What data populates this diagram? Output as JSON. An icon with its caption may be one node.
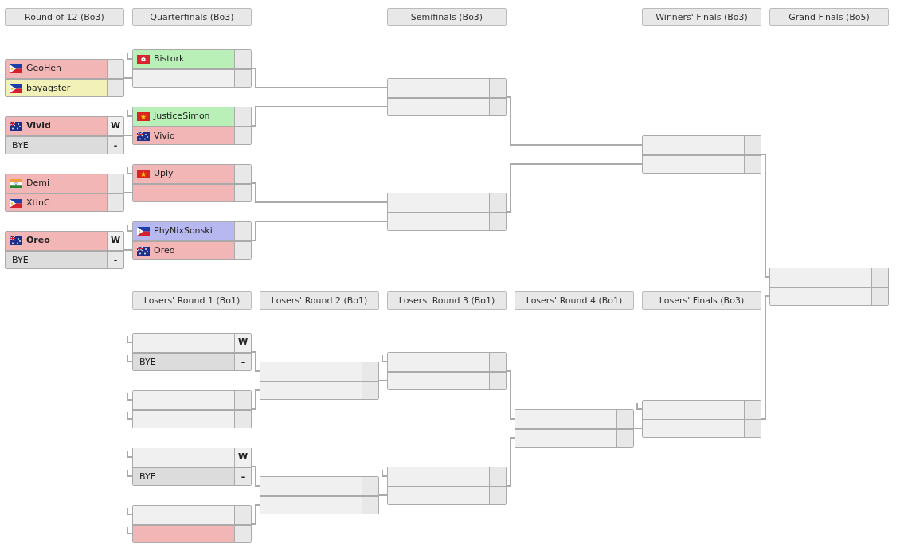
{
  "diagram": {
    "nodes": [
      {
        "text": [
          "Round of 12 (Bo3)"
        ]
      },
      {
        "text": [
          "Quarterfinals (Bo3)"
        ]
      },
      {
        "text": [
          "Semifinals (Bo3)"
        ]
      },
      {
        "text": [
          "Winners' Finals (Bo3)"
        ]
      },
      {
        "text": [
          "Grand Finals (Bo5)"
        ]
      },
      {
        "text": [],
        "shape": "box"
      },
      {
        "text": [
          "GeoHen"
        ],
        "in": 5
      },
      {
        "text": [
          "bayagster"
        ],
        "in": 5
      },
      {
        "text": [],
        "shape": "box"
      },
      {
        "text": [
          "Vivid",
          "W"
        ],
        "in": 8
      },
      {
        "text": [
          "BYE",
          "-"
        ],
        "in": 8
      },
      {
        "text": [],
        "shape": "box"
      },
      {
        "text": [
          "Demi"
        ],
        "in": 11
      },
      {
        "text": [
          "XtinC"
        ],
        "in": 11
      },
      {
        "text": [],
        "shape": "box"
      },
      {
        "text": [
          "Oreo",
          "W"
        ],
        "in": 14
      },
      {
        "text": [
          "BYE",
          "-"
        ],
        "in": 14
      },
      {
        "text": [],
        "shape": "box"
      },
      {
        "text": [
          "Bistork"
        ],
        "in": 17
      },
      {
        "text": [],
        "shape": "box",
        "in": 17
      },
      {
        "text": [],
        "shape": "box"
      },
      {
        "text": [
          "JusticeSimon"
        ],
        "in": 20
      },
      {
        "text": [
          "Vivid"
        ],
        "in": 20
      },
      {
        "text": [],
        "shape": "box"
      },
      {
        "text": [
          "Uply"
        ],
        "in": 23
      },
      {
        "text": [],
        "shape": "box",
        "in": 23
      },
      {
        "text": [],
        "shape": "box"
      },
      {
        "text": [
          "PhyNixSonski"
        ],
        "in": 26
      },
      {
        "text": [
          "Oreo"
        ],
        "in": 26
      },
      {
        "text": [],
        "shape": "box"
      },
      {
        "text": [],
        "shape": "box",
        "in": 29
      },
      {
        "text": [],
        "shape": "box",
        "in": 29
      },
      {
        "text": [],
        "shape": "box"
      },
      {
        "text": [],
        "shape": "box",
        "in": 32
      },
      {
        "text": [],
        "shape": "box",
        "in": 32
      },
      {
        "text": [],
        "shape": "box"
      },
      {
        "text": [],
        "shape": "box",
        "in": 35
      },
      {
        "text": [],
        "shape": "box",
        "in": 35
      },
      {
        "text": [],
        "shape": "box"
      },
      {
        "text": [],
        "shape": "box",
        "in": 38
      },
      {
        "text": [],
        "shape": "box",
        "in": 38
      },
      {
        "text": [
          "Losers' Round 1 (Bo1)"
        ]
      },
      {
        "text": [
          "Losers' Round 2 (Bo1)"
        ]
      },
      {
        "text": [
          "Losers' Round 3 (Bo1)"
        ]
      },
      {
        "text": [
          "Losers' Round 4 (Bo1)"
        ]
      },
      {
        "text": [
          "Losers' Finals (Bo3)"
        ]
      },
      {
        "text": [],
        "shape": "box"
      },
      {
        "text": [
          "W"
        ],
        "in": 46
      },
      {
        "text": [
          "BYE",
          "-"
        ],
        "in": 46
      },
      {
        "text": [],
        "shape": "box"
      },
      {
        "text": [],
        "shape": "box",
        "in": 49
      },
      {
        "text": [],
        "shape": "box",
        "in": 49
      },
      {
        "text": [],
        "shape": "box"
      },
      {
        "text": [
          "W"
        ],
        "in": 52
      },
      {
        "text": [
          "BYE",
          "-"
        ],
        "in": 52
      },
      {
        "text": [],
        "shape": "box"
      },
      {
        "text": [],
        "shape": "box",
        "in": 55
      },
      {
        "text": [],
        "shape": "box",
        "in": 55
      },
      {
        "text": [],
        "shape": "box"
      },
      {
        "text": [],
        "shape": "box",
        "in": 58
      },
      {
        "text": [],
        "shape": "box",
        "in": 58
      },
      {
        "text": [],
        "shape": "box"
      },
      {
        "text": [],
        "shape": "box",
        "in": 61
      },
      {
        "text": [],
        "shape": "box",
        "in": 61
      },
      {
        "text": [],
        "shape": "box"
      },
      {
        "text": [],
        "shape": "box",
        "in": 64
      },
      {
        "text": [],
        "shape": "box",
        "in": 64
      },
      {
        "text": [],
        "shape": "box"
      },
      {
        "text": [],
        "shape": "box",
        "in": 67
      },
      {
        "text": [],
        "shape": "box",
        "in": 67
      },
      {
        "text": [],
        "shape": "box"
      },
      {
        "text": [],
        "shape": "box",
        "in": 70
      },
      {
        "text": [],
        "shape": "box",
        "in": 70
      },
      {
        "text": [],
        "shape": "box"
      },
      {
        "text": [],
        "shape": "box",
        "in": 73
      },
      {
        "text": [],
        "shape": "box",
        "in": 73
      }
    ],
    "edges": [
      {
        "from": 5,
        "to": 19,
        "arrow": "none"
      },
      {
        "from": 8,
        "to": 22,
        "arrow": "none"
      },
      {
        "from": 11,
        "to": 25,
        "arrow": "none"
      },
      {
        "from": 14,
        "to": 28,
        "arrow": "none"
      },
      {
        "from": null,
        "to": 18,
        "arrow": "none"
      },
      {
        "from": null,
        "to": 21,
        "arrow": "none"
      },
      {
        "from": null,
        "to": 24,
        "arrow": "none"
      },
      {
        "from": null,
        "to": 27,
        "arrow": "none"
      },
      {
        "from": 17,
        "to": 30,
        "arrow": "none"
      },
      {
        "from": 20,
        "to": 31,
        "arrow": "none"
      },
      {
        "from": 23,
        "to": 33,
        "arrow": "none"
      },
      {
        "from": 26,
        "to": 34,
        "arrow": "none"
      },
      {
        "from": 29,
        "to": 36,
        "arrow": "none"
      },
      {
        "from": 32,
        "to": 37,
        "arrow": "none"
      },
      {
        "from": 35,
        "to": 39,
        "arrow": "none"
      },
      {
        "from": 73,
        "to": 40,
        "arrow": "none"
      },
      {
        "from": null,
        "to": 47,
        "arrow": "none"
      },
      {
        "from": null,
        "to": 48,
        "arrow": "none"
      },
      {
        "from": null,
        "to": 50,
        "arrow": "none"
      },
      {
        "from": null,
        "to": 51,
        "arrow": "none"
      },
      {
        "from": null,
        "to": 53,
        "arrow": "none"
      },
      {
        "from": null,
        "to": 54,
        "arrow": "none"
      },
      {
        "from": null,
        "to": 56,
        "arrow": "none"
      },
      {
        "from": null,
        "to": 57,
        "arrow": "none"
      },
      {
        "from": 46,
        "to": 59,
        "arrow": "none"
      },
      {
        "from": 49,
        "to": 60,
        "arrow": "none"
      },
      {
        "from": 52,
        "to": 62,
        "arrow": "none"
      },
      {
        "from": 55,
        "to": 63,
        "arrow": "none"
      },
      {
        "from": 58,
        "to": 66,
        "arrow": "none"
      },
      {
        "from": 61,
        "to": 69,
        "arrow": "none"
      },
      {
        "from": null,
        "to": 65,
        "arrow": "none"
      },
      {
        "from": null,
        "to": 68,
        "arrow": "none"
      },
      {
        "from": 64,
        "to": 71,
        "arrow": "none"
      },
      {
        "from": 67,
        "to": 72,
        "arrow": "none"
      },
      {
        "from": 70,
        "to": 75,
        "arrow": "none"
      },
      {
        "from": null,
        "to": 74,
        "arrow": "none"
      }
    ]
  }
}
